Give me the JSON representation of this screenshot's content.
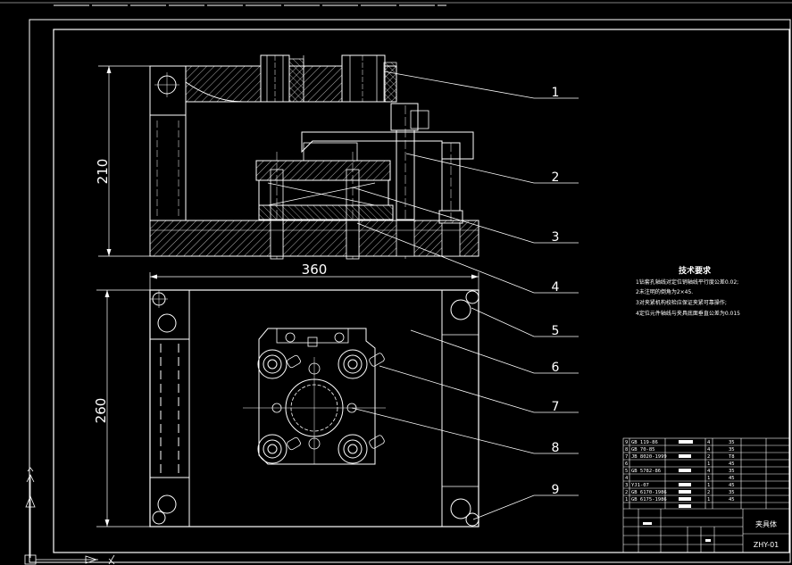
{
  "dimensions": {
    "height_top": "210",
    "width_bottom": "360",
    "height_bottom": "260"
  },
  "balloons": [
    "1",
    "2",
    "3",
    "4",
    "5",
    "6",
    "7",
    "8",
    "9"
  ],
  "technical_requirements": {
    "title": "技术要求",
    "lines": [
      "1钻套孔轴线对定位销轴线平行度公差0.02;",
      "2未注明的倒角为2×45.",
      "3对夹紧机构校检应保证夹紧可靠操作;",
      "4定位元件轴线与夹具底面垂直公差为0.015"
    ]
  },
  "title_block": {
    "part_name": "夹具体",
    "drawing_no": "ZHY-01",
    "parts_rows": [
      {
        "no": "9",
        "std": "GB 119-86",
        "qty": "4",
        "mat": "35"
      },
      {
        "no": "8",
        "std": "GB 70-85",
        "qty": "4",
        "mat": "35"
      },
      {
        "no": "7",
        "std": "JB 8020-1999",
        "qty": "2",
        "mat": "T8"
      },
      {
        "no": "6",
        "std": "",
        "qty": "1",
        "mat": "45"
      },
      {
        "no": "5",
        "std": "GB 5782-86",
        "qty": "4",
        "mat": "35"
      },
      {
        "no": "4",
        "std": "",
        "qty": "1",
        "mat": "45"
      },
      {
        "no": "3",
        "std": "YJ1-07",
        "qty": "1",
        "mat": "45"
      },
      {
        "no": "2",
        "std": "GB 6170-1986",
        "qty": "2",
        "mat": "35"
      },
      {
        "no": "1",
        "std": "GB 6175-1986",
        "qty": "1",
        "mat": "45"
      }
    ]
  },
  "colors": {
    "line": "#ffffff",
    "background": "#000000",
    "leader": "#ffffff"
  }
}
